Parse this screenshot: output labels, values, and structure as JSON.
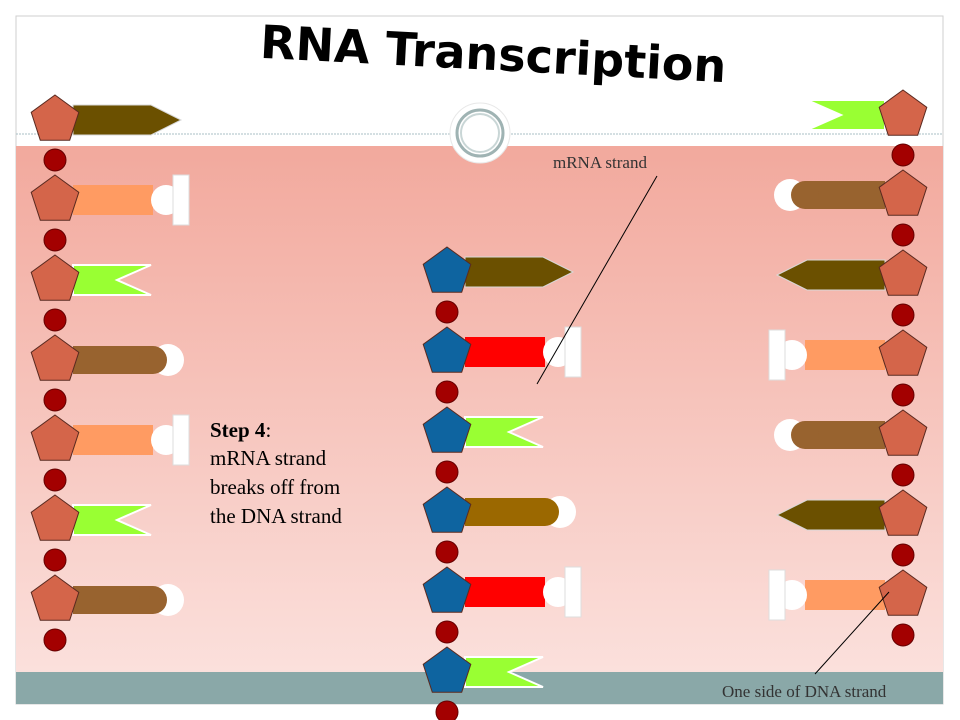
{
  "title": "RNA Transcription",
  "labels": {
    "mrna": "mRNA strand",
    "dna_side": "One side of DNA strand"
  },
  "step": {
    "heading": "Step 4",
    "heading_suffix": ":",
    "lines": [
      "mRNA strand",
      "breaks off from",
      "the DNA strand"
    ]
  },
  "colors": {
    "background_band": "#f2a99d",
    "footer_band": "#8aa8a8",
    "dna_sugar": "#d4654a",
    "rna_sugar": "#0e64a0",
    "phosphate": "#a30000",
    "base_arrow": "#6b5000",
    "base_peach": "#ff9b62",
    "base_green": "#99ff33",
    "base_brown": "#98632f",
    "base_red": "#ff0000",
    "base_gold": "#9b6800"
  },
  "strands": {
    "left_dna_bases": [
      "arrow",
      "pill",
      "notch",
      "round",
      "pill",
      "notch",
      "round"
    ],
    "mrna_bases": [
      "arrow",
      "pill",
      "notch",
      "round",
      "pill",
      "notch"
    ],
    "right_dna_bases": [
      "notch",
      "round",
      "arrow",
      "pill",
      "round",
      "arrow",
      "pill"
    ]
  }
}
